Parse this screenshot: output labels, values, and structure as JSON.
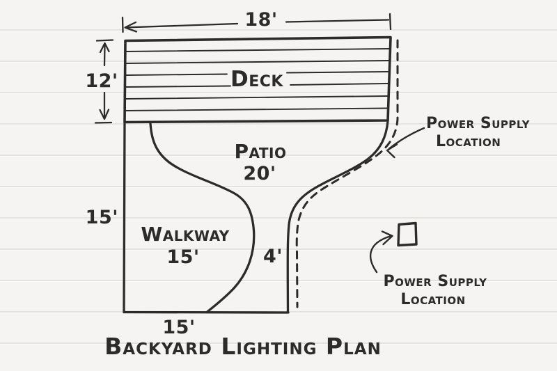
{
  "title": "Backyard Lighting Plan",
  "colors": {
    "ink": "#2b2b2b",
    "paper": "#f5f4f2",
    "rule_line": "#e3e2df"
  },
  "areas": {
    "deck": {
      "label": "Deck"
    },
    "patio": {
      "label": "Patio",
      "dimension": "20'"
    },
    "walkway": {
      "label": "Walkway",
      "dimension": "15'"
    }
  },
  "dimensions": {
    "deck_width": "18'",
    "deck_depth": "12'",
    "left_side": "15'",
    "bottom_side": "15'",
    "walkway_gap": "4'"
  },
  "annotations": {
    "power_supply_upper": {
      "line1": "Power Supply",
      "line2": "Location"
    },
    "power_supply_lower": {
      "line1": "Power Supply",
      "line2": "Location"
    }
  }
}
